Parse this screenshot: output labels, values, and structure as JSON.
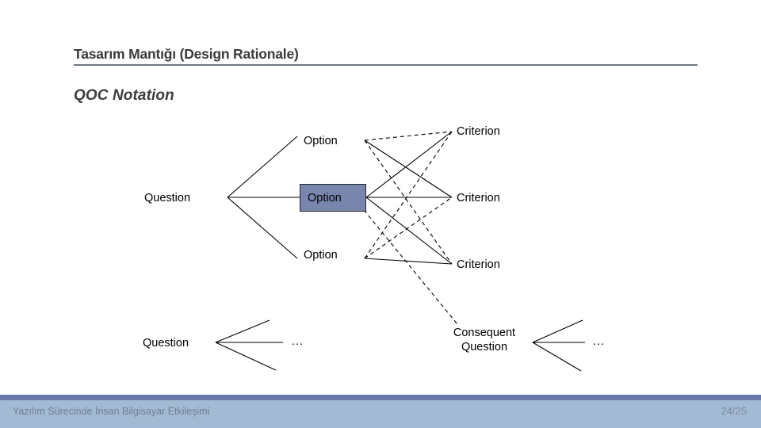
{
  "slide": {
    "title": "Tasarım Mantığı (Design Rationale)",
    "section_heading": "QOC Notation",
    "rule_color": "#6e7781"
  },
  "diagram": {
    "type": "qoc-notation-graph",
    "option_box_fill": "#7885ad",
    "option_box_border": "#23262e",
    "line_color": "#000000",
    "nodes": {
      "question_main": "Question",
      "option_top": "Option",
      "option_middle": "Option",
      "option_bottom": "Option",
      "criterion_top": "Criterion",
      "criterion_middle": "Criterion",
      "criterion_bottom": "Criterion",
      "question_bottom_left": "Question",
      "consequent_question_line1": "Consequent",
      "consequent_question_line2": "Question",
      "ellipsis_left": "...",
      "ellipsis_right": "..."
    },
    "edges": {
      "question_to_options": "solid",
      "options_to_criteria_selected": "solid",
      "options_to_criteria_rejected": "dashed",
      "option_to_consequent_question": "dashed"
    }
  },
  "footer": {
    "course": "Yazılım Sürecinde İnsan Bilgisayar Etkileşimi",
    "page": "24/25",
    "stripe_color": "#6a79a8",
    "band_color": "#a3bad4"
  }
}
